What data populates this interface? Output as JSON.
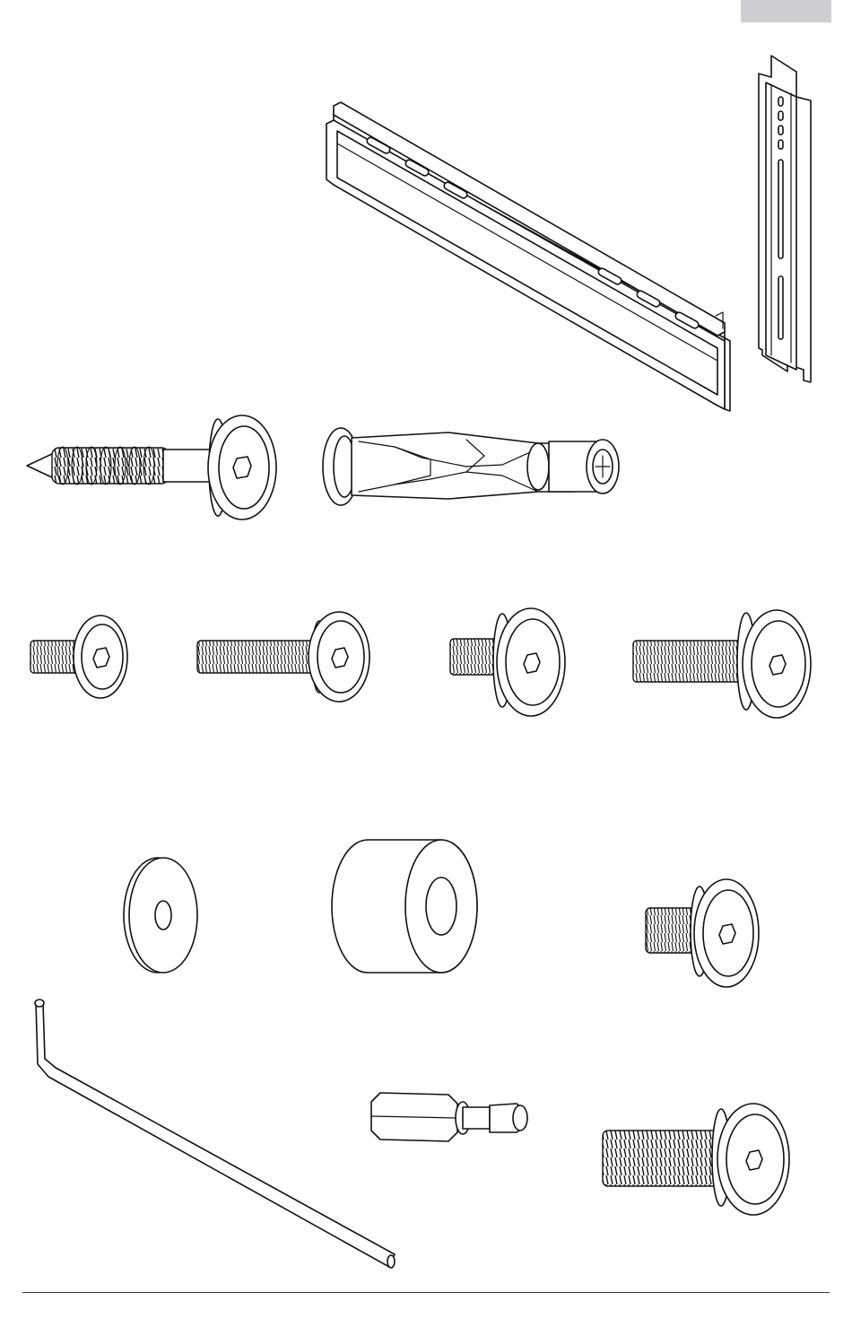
{
  "header": {
    "tab_color": "#cfcfd1"
  },
  "colors": {
    "line": "#111111",
    "background": "#ffffff",
    "rule": "#333333"
  },
  "parts": [
    {
      "id": "wall-rail",
      "icon": "wall-rail-icon"
    },
    {
      "id": "vertical-bracket",
      "icon": "vertical-bracket-icon"
    },
    {
      "id": "lag-screw",
      "icon": "lag-screw-icon"
    },
    {
      "id": "wall-anchor",
      "icon": "wall-anchor-icon"
    },
    {
      "id": "bolt-short-a",
      "icon": "hex-socket-bolt-icon"
    },
    {
      "id": "bolt-long-a",
      "icon": "hex-socket-bolt-icon"
    },
    {
      "id": "bolt-short-b",
      "icon": "hex-socket-bolt-icon"
    },
    {
      "id": "bolt-long-b",
      "icon": "hex-socket-bolt-icon"
    },
    {
      "id": "washer",
      "icon": "washer-icon"
    },
    {
      "id": "spacer",
      "icon": "spacer-icon"
    },
    {
      "id": "bolt-flange",
      "icon": "hex-socket-bolt-icon"
    },
    {
      "id": "hex-key",
      "icon": "hex-key-icon"
    },
    {
      "id": "hex-bit-adapter",
      "icon": "hex-bit-icon"
    },
    {
      "id": "bolt-large",
      "icon": "hex-socket-bolt-icon"
    }
  ]
}
